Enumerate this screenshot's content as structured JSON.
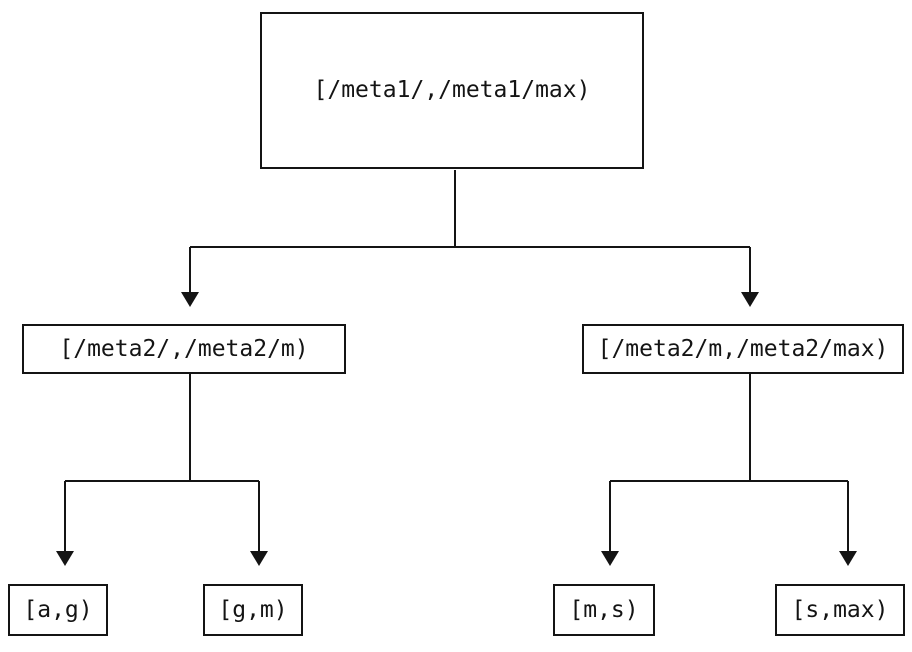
{
  "diagram": {
    "type": "binary-interval-tree",
    "nodes": {
      "root": {
        "label": "[/meta1/,/meta1/max)"
      },
      "left": {
        "label": "[/meta2/,/meta2/m)"
      },
      "right": {
        "label": "[/meta2/m,/meta2/max)"
      },
      "leaf_ag": {
        "label": "[a,g)"
      },
      "leaf_gm": {
        "label": "[g,m)"
      },
      "leaf_ms": {
        "label": "[m,s)"
      },
      "leaf_smax": {
        "label": "[s,max)"
      }
    },
    "edges": [
      {
        "from": "root",
        "to": "left"
      },
      {
        "from": "root",
        "to": "right"
      },
      {
        "from": "left",
        "to": "leaf_ag"
      },
      {
        "from": "left",
        "to": "leaf_gm"
      },
      {
        "from": "right",
        "to": "leaf_ms"
      },
      {
        "from": "right",
        "to": "leaf_smax"
      }
    ],
    "colors": {
      "line": "#141414",
      "box_border": "#141414",
      "text": "#141414",
      "background": "#ffffff"
    }
  }
}
